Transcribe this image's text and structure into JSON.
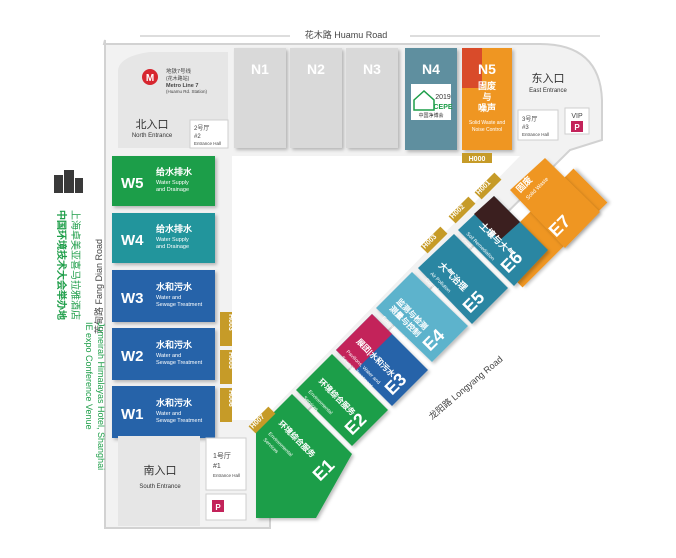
{
  "roads": {
    "top": "花木路 Huamu Road",
    "left": "芳甸路 Fang Dian Road",
    "right": "龙阳路 Longyang Road"
  },
  "venue": {
    "organizer_cn": "中国环境技术大会举办地",
    "hotel_cn": "上海卓美亚喜马拉雅酒店",
    "venue_en": "IE expo Conference Venue",
    "hotel_en": "Jumeirah Himalayas Hotel, Shanghai"
  },
  "metro": {
    "cn": "地铁7号线",
    "cn2": "(花木路站)",
    "en": "Metro Line 7",
    "en2": "(Huamu Rd. Station)"
  },
  "entrances": {
    "north": {
      "cn": "北入口",
      "en": "North Entrance"
    },
    "east": {
      "cn": "东入口",
      "en": "East Entrance"
    },
    "south": {
      "cn": "南入口",
      "en": "South Entrance"
    }
  },
  "halls_entry": {
    "h1": {
      "cn": "1号厅",
      "num": "#1",
      "en": "Entrance Hall"
    },
    "h2": {
      "cn": "2号厅",
      "num": "#2",
      "en": "Entrance Hall"
    },
    "h3": {
      "cn": "3号厅",
      "num": "#3",
      "en": "Entrance Hall"
    }
  },
  "vip": "VIP",
  "parking": "P",
  "north_halls": {
    "n1": "N1",
    "n2": "N2",
    "n3": "N3",
    "n4": "N4",
    "n4_badge": "2019",
    "n4_brand": "CEPE",
    "n4_sub": "中国净博会",
    "n5": "N5",
    "n5_cn1": "固废",
    "n5_cn2": "与",
    "n5_cn3": "噪声",
    "n5_en1": "Solid Waste and",
    "n5_en2": "Noise Control"
  },
  "west_halls": {
    "w5": {
      "code": "W5",
      "cn": "给水排水",
      "en1": "Water Supply",
      "en2": "and Drainage"
    },
    "w4": {
      "code": "W4",
      "cn": "给水排水",
      "en1": "Water Supply",
      "en2": "and Drainage"
    },
    "w3": {
      "code": "W3",
      "cn": "水和污水",
      "en1": "Water and",
      "en2": "Sewage Treatment"
    },
    "w2": {
      "code": "W2",
      "cn": "水和污水",
      "en1": "Water and",
      "en2": "Sewage Treatment"
    },
    "w1": {
      "code": "W1",
      "cn": "水和污水",
      "en1": "Water and",
      "en2": "Sewage Treatment"
    }
  },
  "east_halls": {
    "e7": {
      "code": "E7",
      "cn": "固废",
      "en": "Solid Waste"
    },
    "e6": {
      "code": "E6",
      "cn1": "土壤与大气",
      "en1": "Soil Remediation",
      "en2": "Control and Soil"
    },
    "e5": {
      "code": "E5",
      "cn": "大气治理",
      "en1": "Air Pollution",
      "en2": "Control"
    },
    "e4": {
      "code": "E4",
      "cn1": "监测与检测",
      "cn2": "测量与控制",
      "en1": "Environmental",
      "en2": "Monitoring"
    },
    "e3": {
      "code": "E3",
      "cn1": "展团|水和污水",
      "en1": "Pavilions, Water and",
      "en2": "Sewage Treatment"
    },
    "e2": {
      "code": "E2",
      "cn": "环境综合服务",
      "en1": "Environmental",
      "en2": "Services"
    },
    "e1": {
      "code": "E1",
      "cn": "环境综合服务",
      "en1": "Environmental",
      "en2": "Services"
    }
  },
  "corridors": [
    "H000",
    "H001",
    "H002",
    "H003",
    "H004",
    "H005",
    "H006",
    "H007"
  ],
  "colors": {
    "green": "#1e9e49",
    "teal": "#23959c",
    "blue": "#2563a9",
    "lightblue": "#5db3cc",
    "magenta": "#c3235a",
    "orange": "#ef9623",
    "darkbrown": "#3b1f1f",
    "gold": "#c69b28",
    "grey": "#d9d9d9",
    "n4": "#5f8f9f"
  }
}
